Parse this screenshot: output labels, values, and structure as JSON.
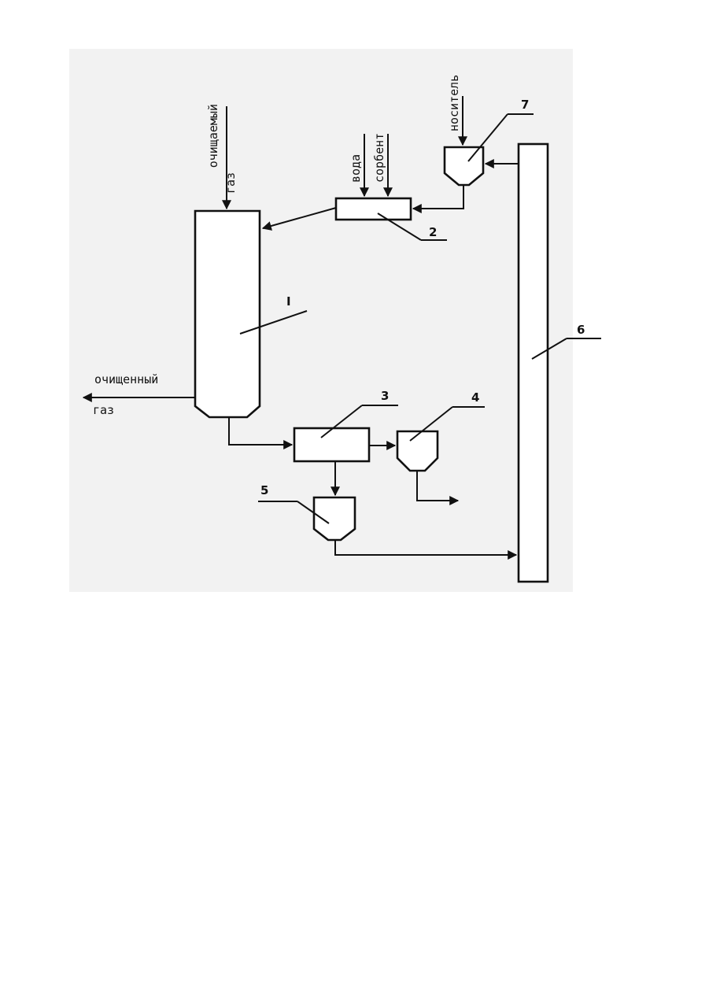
{
  "diagram": {
    "inputs": {
      "gas_in_line1": "очищаемый",
      "gas_in_line2": "газ",
      "water": "вода",
      "sorbent": "сорбент",
      "carrier": "носитель"
    },
    "outputs": {
      "gas_out_line1": "очищенный",
      "gas_out_line2": "газ"
    },
    "units": {
      "absorber": "I",
      "mixer": "2",
      "separator": "3",
      "hopper_4": "4",
      "hopper_5": "5",
      "column": "6",
      "hopper_7": "7"
    }
  }
}
